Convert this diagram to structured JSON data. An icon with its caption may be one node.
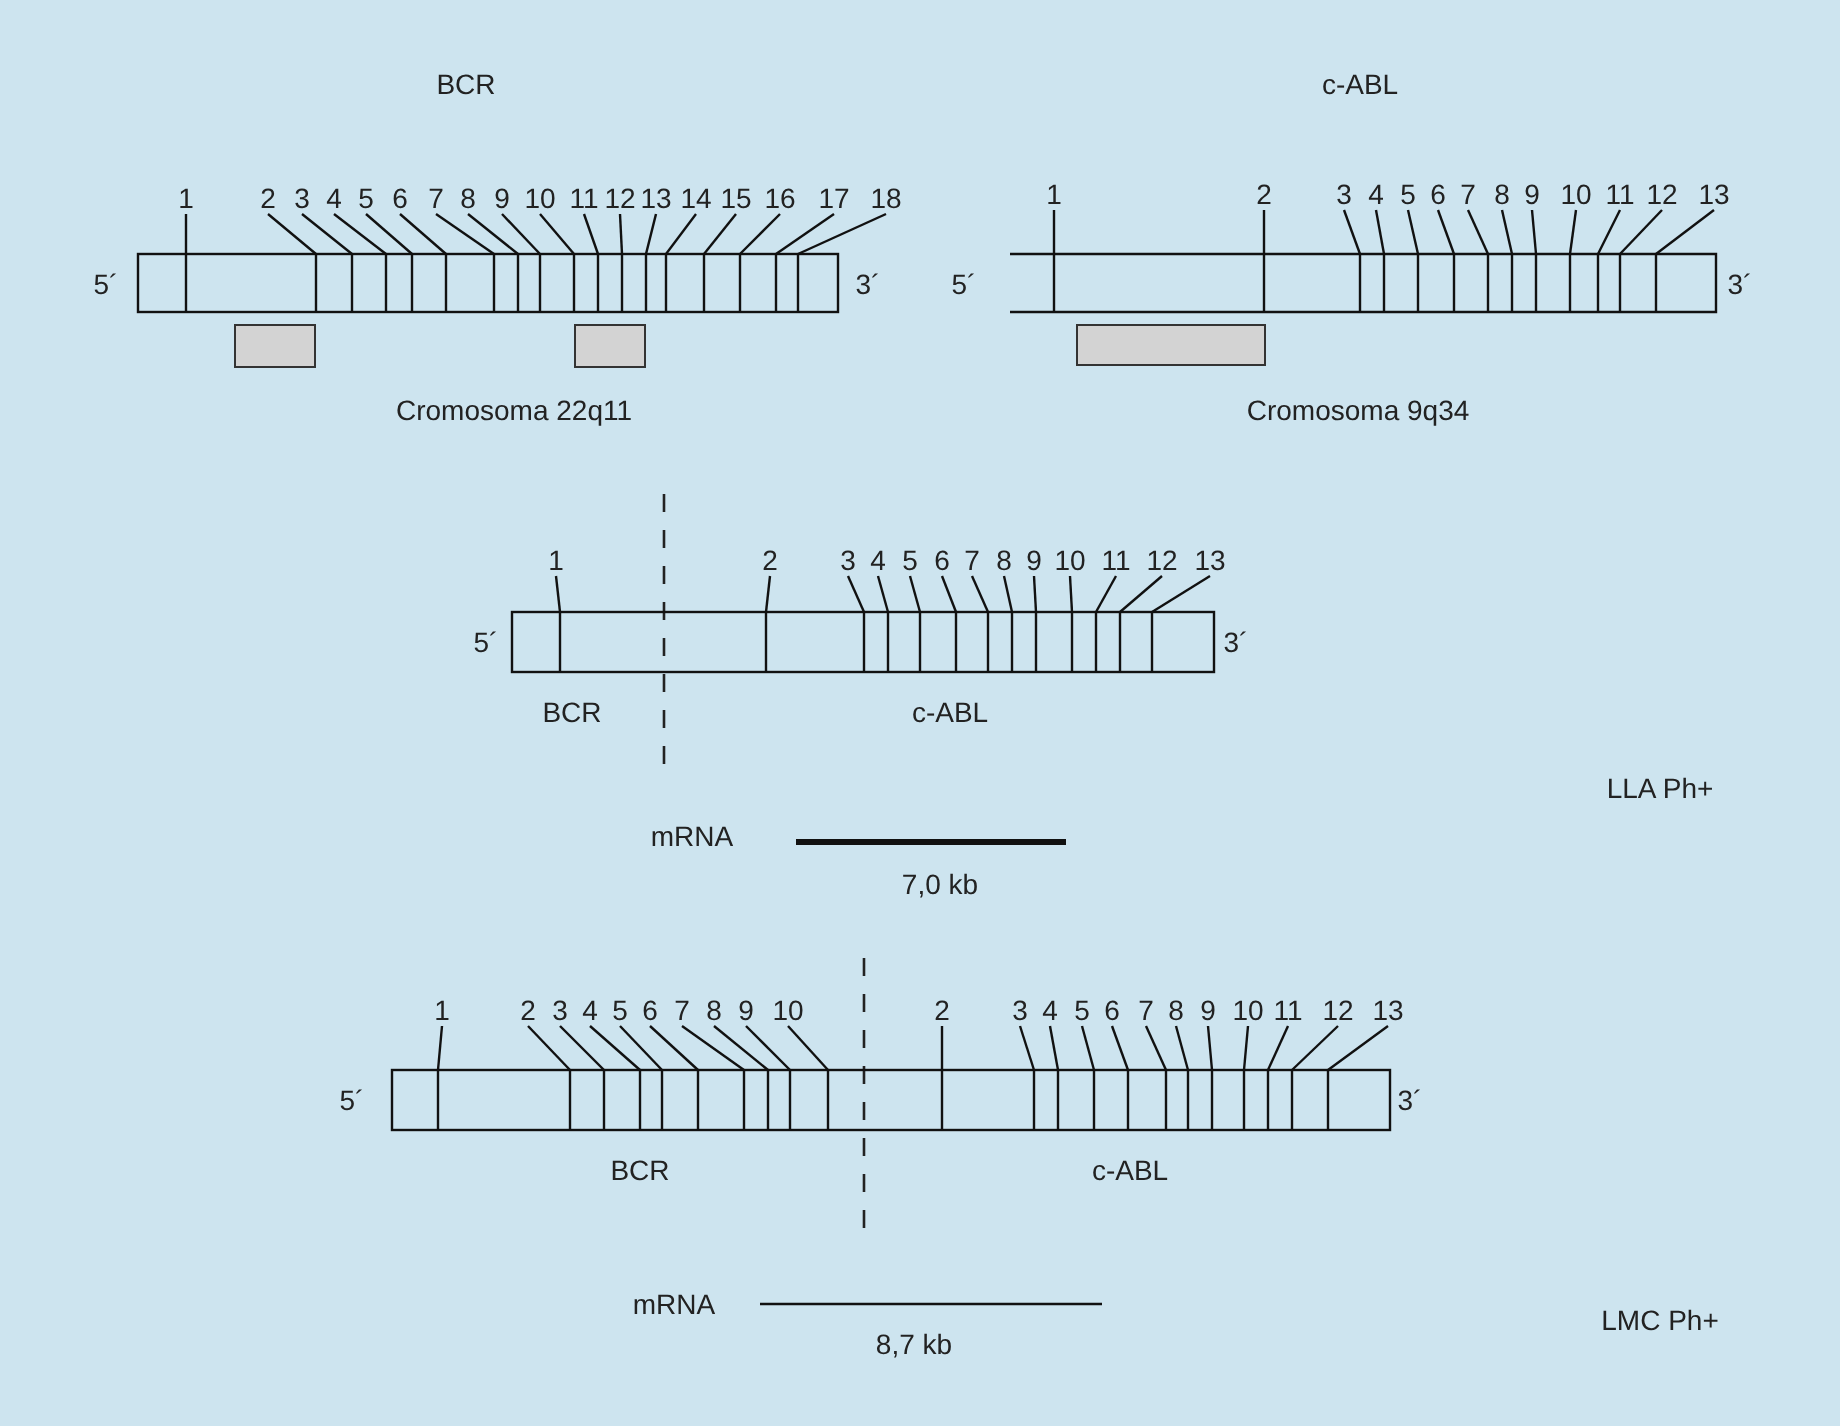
{
  "diagram": {
    "nodes": [
      {
        "text": [],
        "shape": "bar",
        "beside": [
          "5´",
          "3´"
        ]
      },
      {
        "text": [
          "1"
        ]
      },
      {
        "text": [
          "2"
        ]
      },
      {
        "text": [
          "3"
        ]
      },
      {
        "text": [
          "4"
        ]
      },
      {
        "text": [
          "5"
        ]
      },
      {
        "text": [
          "6"
        ]
      },
      {
        "text": [
          "7"
        ]
      },
      {
        "text": [
          "8"
        ]
      },
      {
        "text": [
          "9"
        ]
      },
      {
        "text": [
          "10"
        ]
      },
      {
        "text": [
          "11"
        ]
      },
      {
        "text": [
          "12"
        ]
      },
      {
        "text": [
          "13"
        ]
      },
      {
        "text": [
          "14"
        ]
      },
      {
        "text": [
          "15"
        ]
      },
      {
        "text": [
          "16"
        ]
      },
      {
        "text": [
          "17"
        ]
      },
      {
        "text": [
          "18"
        ]
      },
      {
        "text": [],
        "shape": "bar",
        "beside": [
          "5´",
          "3´"
        ]
      },
      {
        "text": [
          "1"
        ]
      },
      {
        "text": [
          "2"
        ]
      },
      {
        "text": [
          "3"
        ]
      },
      {
        "text": [
          "4"
        ]
      },
      {
        "text": [
          "5"
        ]
      },
      {
        "text": [
          "6"
        ]
      },
      {
        "text": [
          "7"
        ]
      },
      {
        "text": [
          "8"
        ]
      },
      {
        "text": [
          "9"
        ]
      },
      {
        "text": [
          "10"
        ]
      },
      {
        "text": [
          "11"
        ]
      },
      {
        "text": [
          "12"
        ]
      },
      {
        "text": [
          "13"
        ]
      },
      {
        "text": [],
        "shape": "bar",
        "beside": [
          "5´",
          "3´"
        ]
      },
      {
        "text": [
          "1"
        ]
      },
      {
        "text": [
          "2"
        ]
      },
      {
        "text": [
          "3"
        ]
      },
      {
        "text": [
          "4"
        ]
      },
      {
        "text": [
          "5"
        ]
      },
      {
        "text": [
          "6"
        ]
      },
      {
        "text": [
          "7"
        ]
      },
      {
        "text": [
          "8"
        ]
      },
      {
        "text": [
          "9"
        ]
      },
      {
        "text": [
          "10"
        ]
      },
      {
        "text": [
          "11"
        ]
      },
      {
        "text": [
          "12"
        ]
      },
      {
        "text": [
          "13"
        ]
      },
      {
        "text": [],
        "shape": "bar",
        "beside": [
          "5´",
          "3´"
        ]
      },
      {
        "text": [
          "1"
        ]
      },
      {
        "text": [
          "2"
        ]
      },
      {
        "text": [
          "3"
        ]
      },
      {
        "text": [
          "4"
        ]
      },
      {
        "text": [
          "5"
        ]
      },
      {
        "text": [
          "6"
        ]
      },
      {
        "text": [
          "7"
        ]
      },
      {
        "text": [
          "8"
        ]
      },
      {
        "text": [
          "9"
        ]
      },
      {
        "text": [
          "10"
        ]
      },
      {
        "text": [
          "2"
        ]
      },
      {
        "text": [
          "3"
        ]
      },
      {
        "text": [
          "4"
        ]
      },
      {
        "text": [
          "5"
        ]
      },
      {
        "text": [
          "6"
        ]
      },
      {
        "text": [
          "7"
        ]
      },
      {
        "text": [
          "8"
        ]
      },
      {
        "text": [
          "9"
        ]
      },
      {
        "text": [
          "10"
        ]
      },
      {
        "text": [
          "11"
        ]
      },
      {
        "text": [
          "12"
        ]
      },
      {
        "text": [
          "13"
        ]
      },
      {
        "text": [],
        "shape": "box"
      },
      {
        "text": [],
        "shape": "box"
      },
      {
        "text": [],
        "shape": "box"
      }
    ],
    "edges": [
      {
        "from": 1,
        "to": 0,
        "arrow": "none"
      },
      {
        "from": 2,
        "to": 0,
        "arrow": "none"
      },
      {
        "from": 3,
        "to": 0,
        "arrow": "none"
      },
      {
        "from": 4,
        "to": 0,
        "arrow": "none"
      },
      {
        "from": 5,
        "to": 0,
        "arrow": "none"
      },
      {
        "from": 6,
        "to": 0,
        "arrow": "none"
      },
      {
        "from": 7,
        "to": 0,
        "arrow": "none"
      },
      {
        "from": 8,
        "to": 0,
        "arrow": "none"
      },
      {
        "from": 9,
        "to": 0,
        "arrow": "none"
      },
      {
        "from": 10,
        "to": 0,
        "arrow": "none"
      },
      {
        "from": 11,
        "to": 0,
        "arrow": "none"
      },
      {
        "from": 12,
        "to": 0,
        "arrow": "none"
      },
      {
        "from": 13,
        "to": 0,
        "arrow": "none"
      },
      {
        "from": 14,
        "to": 0,
        "arrow": "none"
      },
      {
        "from": 15,
        "to": 0,
        "arrow": "none"
      },
      {
        "from": 16,
        "to": 0,
        "arrow": "none"
      },
      {
        "from": 17,
        "to": 0,
        "arrow": "none"
      },
      {
        "from": 18,
        "to": 0,
        "arrow": "none"
      },
      {
        "from": 20,
        "to": 19,
        "arrow": "none"
      },
      {
        "from": 21,
        "to": 19,
        "arrow": "none"
      },
      {
        "from": 22,
        "to": 19,
        "arrow": "none"
      },
      {
        "from": 23,
        "to": 19,
        "arrow": "none"
      },
      {
        "from": 24,
        "to": 19,
        "arrow": "none"
      },
      {
        "from": 25,
        "to": 19,
        "arrow": "none"
      },
      {
        "from": 26,
        "to": 19,
        "arrow": "none"
      },
      {
        "from": 27,
        "to": 19,
        "arrow": "none"
      },
      {
        "from": 28,
        "to": 19,
        "arrow": "none"
      },
      {
        "from": 29,
        "to": 19,
        "arrow": "none"
      },
      {
        "from": 30,
        "to": 19,
        "arrow": "none"
      },
      {
        "from": 31,
        "to": 19,
        "arrow": "none"
      },
      {
        "from": 32,
        "to": 19,
        "arrow": "none"
      },
      {
        "from": 34,
        "to": 33,
        "arrow": "none"
      },
      {
        "from": 35,
        "to": 33,
        "arrow": "none"
      },
      {
        "from": 36,
        "to": 33,
        "arrow": "none"
      },
      {
        "from": 37,
        "to": 33,
        "arrow": "none"
      },
      {
        "from": 38,
        "to": 33,
        "arrow": "none"
      },
      {
        "from": 39,
        "to": 33,
        "arrow": "none"
      },
      {
        "from": 40,
        "to": 33,
        "arrow": "none"
      },
      {
        "from": 41,
        "to": 33,
        "arrow": "none"
      },
      {
        "from": 42,
        "to": 33,
        "arrow": "none"
      },
      {
        "from": 43,
        "to": 33,
        "arrow": "none"
      },
      {
        "from": 44,
        "to": 33,
        "arrow": "none"
      },
      {
        "from": 45,
        "to": 33,
        "arrow": "none"
      },
      {
        "from": 46,
        "to": 33,
        "arrow": "none"
      },
      {
        "from": 48,
        "to": 47,
        "arrow": "none"
      },
      {
        "from": 49,
        "to": 47,
        "arrow": "none"
      },
      {
        "from": 50,
        "to": 47,
        "arrow": "none"
      },
      {
        "from": 51,
        "to": 47,
        "arrow": "none"
      },
      {
        "from": 52,
        "to": 47,
        "arrow": "none"
      },
      {
        "from": 53,
        "to": 47,
        "arrow": "none"
      },
      {
        "from": 54,
        "to": 47,
        "arrow": "none"
      },
      {
        "from": 55,
        "to": 47,
        "arrow": "none"
      },
      {
        "from": 56,
        "to": 47,
        "arrow": "none"
      },
      {
        "from": 57,
        "to": 47,
        "arrow": "none"
      },
      {
        "from": 58,
        "to": 47,
        "arrow": "none"
      },
      {
        "from": 59,
        "to": 47,
        "arrow": "none"
      },
      {
        "from": 60,
        "to": 47,
        "arrow": "none"
      },
      {
        "from": 61,
        "to": 47,
        "arrow": "none"
      },
      {
        "from": 62,
        "to": 47,
        "arrow": "none"
      },
      {
        "from": 63,
        "to": 47,
        "arrow": "none"
      },
      {
        "from": 64,
        "to": 47,
        "arrow": "none"
      },
      {
        "from": 65,
        "to": 47,
        "arrow": "none"
      },
      {
        "from": 66,
        "to": 47,
        "arrow": "none"
      },
      {
        "from": 67,
        "to": 47,
        "arrow": "none"
      },
      {
        "from": 68,
        "to": 47,
        "arrow": "none"
      },
      {
        "from": 69,
        "to": 47,
        "arrow": "none"
      }
    ],
    "labels": [
      "BCR",
      "c-ABL",
      "Cromosoma 22q11",
      "Cromosoma 9q34",
      "BCR",
      "c-ABL",
      "LLA Ph+",
      "mRNA",
      "7,0 kb",
      "BCR",
      "c-ABL",
      "mRNA",
      "8,7 kb",
      "LMC Ph+"
    ]
  }
}
